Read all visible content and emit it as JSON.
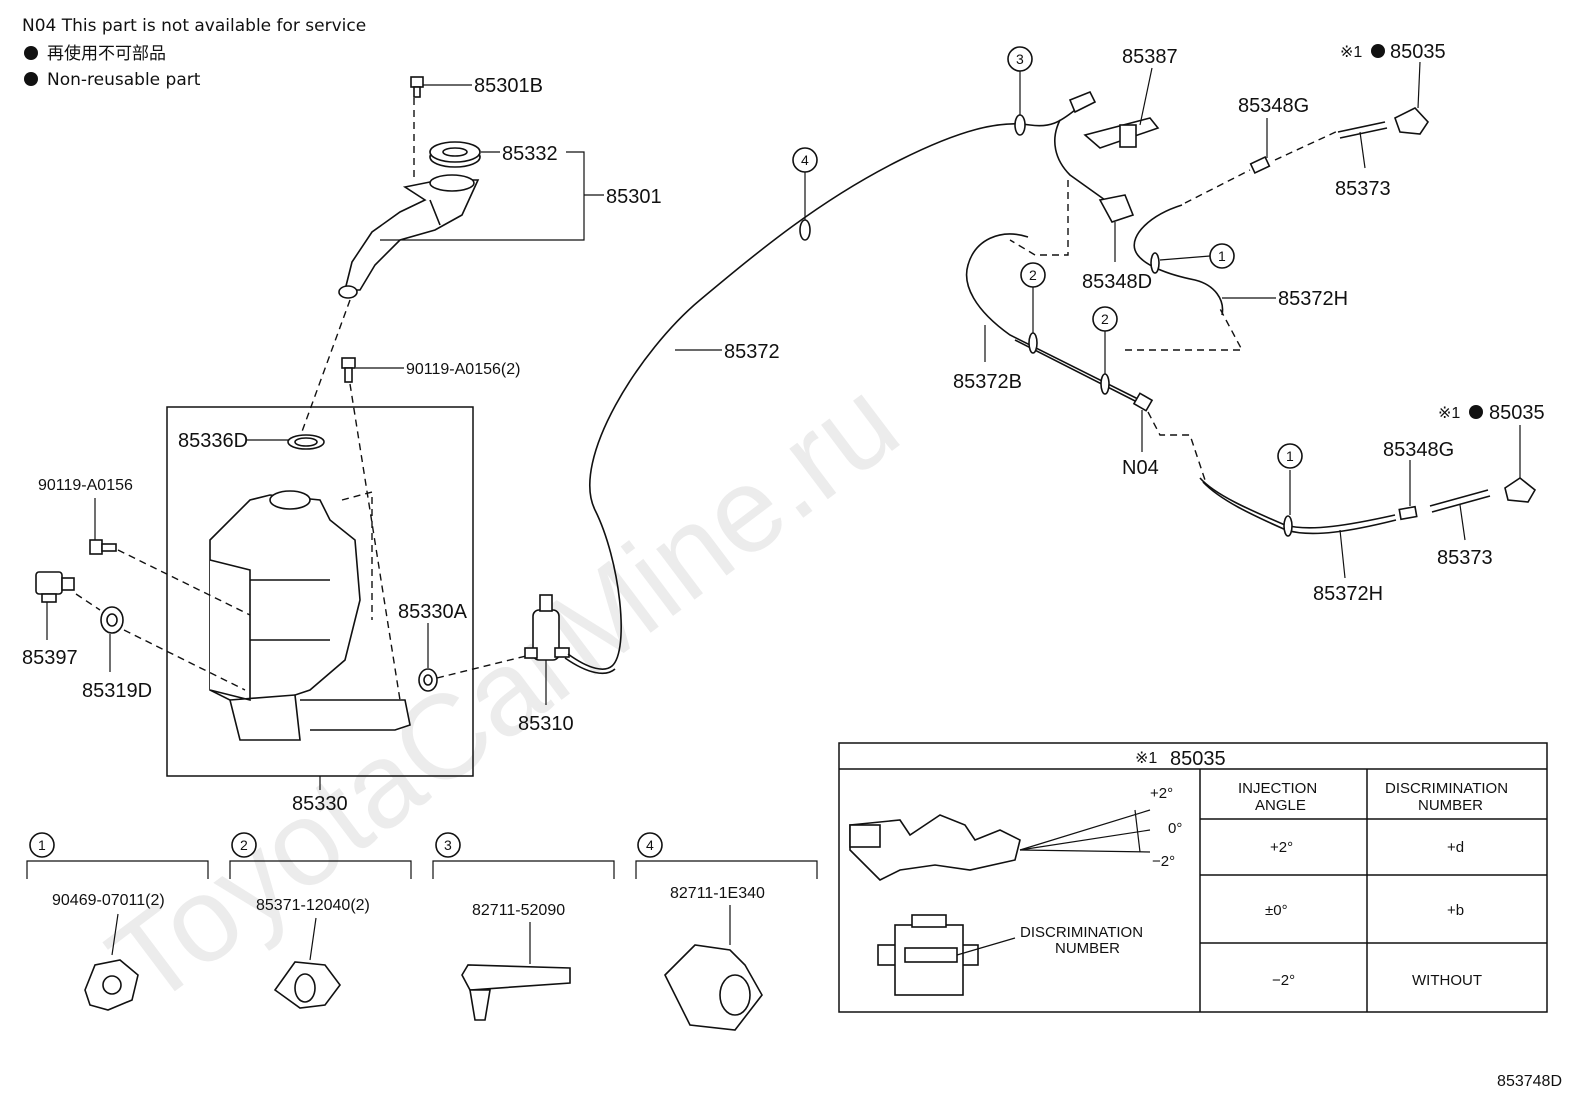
{
  "notes": {
    "n04": "N04 This part is not available for service",
    "non_reusable_jp": "再使用不可部品",
    "non_reusable_en": "Non-reusable part"
  },
  "watermark": "ToyotaCarMine.ru",
  "parts": {
    "p85301B": "85301B",
    "p85332": "85332",
    "p85301": "85301",
    "p90119_2": "90119-A0156(2)",
    "p85336D": "85336D",
    "p90119": "90119-A0156",
    "p85397": "85397",
    "p85319D": "85319D",
    "p85330A": "85330A",
    "p85330": "85330",
    "p85310": "85310",
    "p85372": "85372",
    "p85387": "85387",
    "p85348D": "85348D",
    "p85372B": "85372B",
    "pN04": "N04",
    "p85348G_a": "85348G",
    "p85373_a": "85373",
    "p85035_a": "85035",
    "p85372H_a": "85372H",
    "p85348G_b": "85348G",
    "p85373_b": "85373",
    "p85035_b": "85035",
    "p85372H_b": "85372H"
  },
  "ref_mark": "※1",
  "clips": [
    {
      "num": "1",
      "part": "90469-07011(2)"
    },
    {
      "num": "2",
      "part": "85371-12040(2)"
    },
    {
      "num": "3",
      "part": "82711-52090"
    },
    {
      "num": "4",
      "part": "82711-1E340"
    }
  ],
  "callouts": {
    "c1": "1",
    "c2": "2",
    "c3": "3",
    "c4": "4"
  },
  "table": {
    "title_mark": "※1",
    "title": "85035",
    "col1": "INJECTION ANGLE",
    "col1_l1": "INJECTION",
    "col1_l2": "ANGLE",
    "col2_l1": "DISCRIMINATION",
    "col2_l2": "NUMBER",
    "rows": [
      {
        "angle": "+2°",
        "number": "+d"
      },
      {
        "angle": "±0°",
        "number": "+b"
      },
      {
        "angle": "−2°",
        "number": "WITHOUT"
      }
    ],
    "angle_plus": "+2°",
    "angle_zero": "0°",
    "angle_minus": "−2°",
    "disc_l1": "DISCRIMINATION",
    "disc_l2": "NUMBER"
  },
  "footer": "853748D"
}
